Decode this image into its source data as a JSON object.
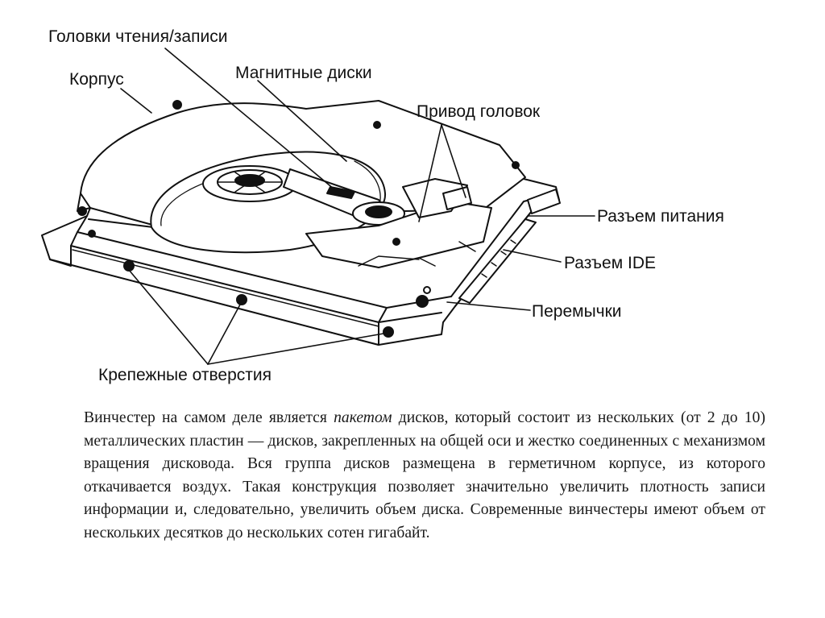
{
  "labels": {
    "heads": "Головки чтения/записи",
    "case": "Корпус",
    "platters": "Магнитные диски",
    "actuator": "Привод головок",
    "power": "Разъем питания",
    "ide": "Разъем IDE",
    "jumpers": "Перемычки",
    "mounting": "Крепежные отверстия"
  },
  "caption": {
    "part1": "Винчестер на самом деле является",
    "emphasis": "пакетом",
    "part2": "дисков, который состоит из нескольких (от 2 до 10) металлических пластин — дисков, закрепленных на общей оси и жестко соединенных с механизмом вращения дисковода. Вся группа дисков размещена в герметичном корпусе, из которого откачивается воздух. Такая конструкция позволяет значительно увеличить плотность записи информации и, следовательно, увеличить объем диска. Современные винчестеры имеют объем от нескольких десятков до нескольких сотен гигабайт."
  },
  "colors": {
    "ink": "#111111",
    "paper": "#ffffff"
  }
}
